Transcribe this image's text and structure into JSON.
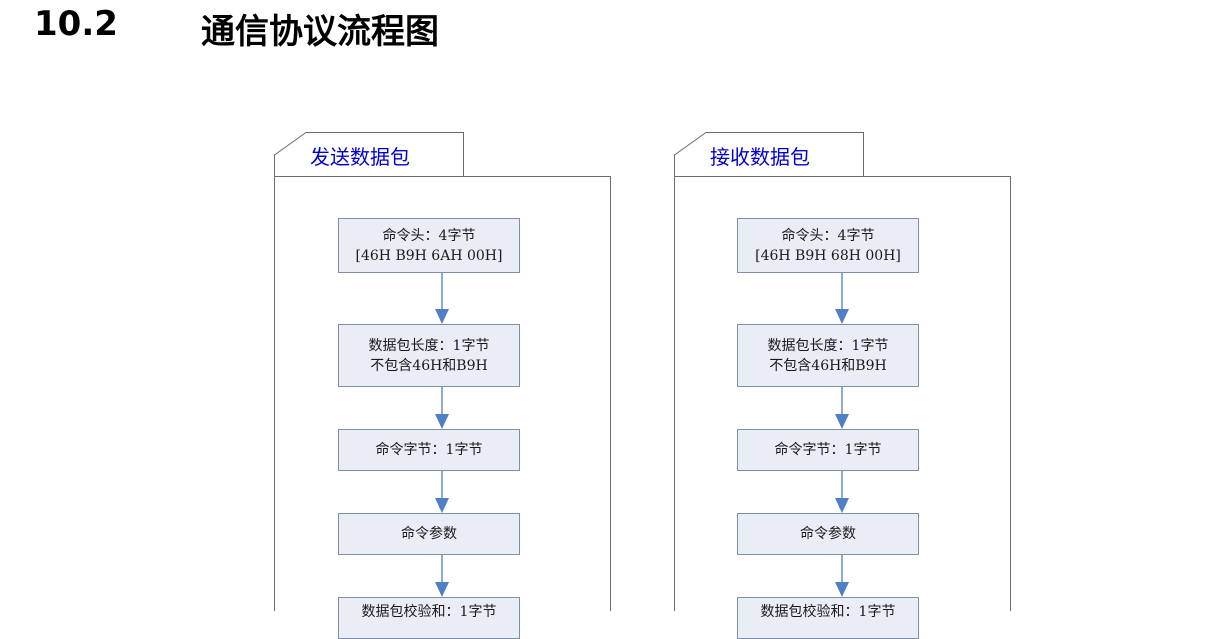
{
  "heading": {
    "number": "10.2",
    "title": "通信协议流程图"
  },
  "panels": [
    {
      "tab_label": "发送数据包",
      "steps": [
        [
          "命令头：4字节",
          "[46H B9H 6AH 00H]"
        ],
        [
          "数据包长度：1字节",
          "不包含46H和B9H"
        ],
        [
          "命令字节：1字节"
        ],
        [
          "命令参数"
        ],
        [
          "数据包校验和：1字节"
        ]
      ]
    },
    {
      "tab_label": "接收数据包",
      "steps": [
        [
          "命令头：4字节",
          "[46H B9H 68H 00H]"
        ],
        [
          "数据包长度：1字节",
          "不包含46H和B9H"
        ],
        [
          "命令字节：1字节"
        ],
        [
          "命令参数"
        ],
        [
          "数据包校验和：1字节"
        ]
      ]
    }
  ],
  "colors": {
    "node_fill": "#e8edf6",
    "node_border": "#7f8fa8",
    "arrow": "#4f7fc4",
    "tab_text": "#0000cc"
  }
}
